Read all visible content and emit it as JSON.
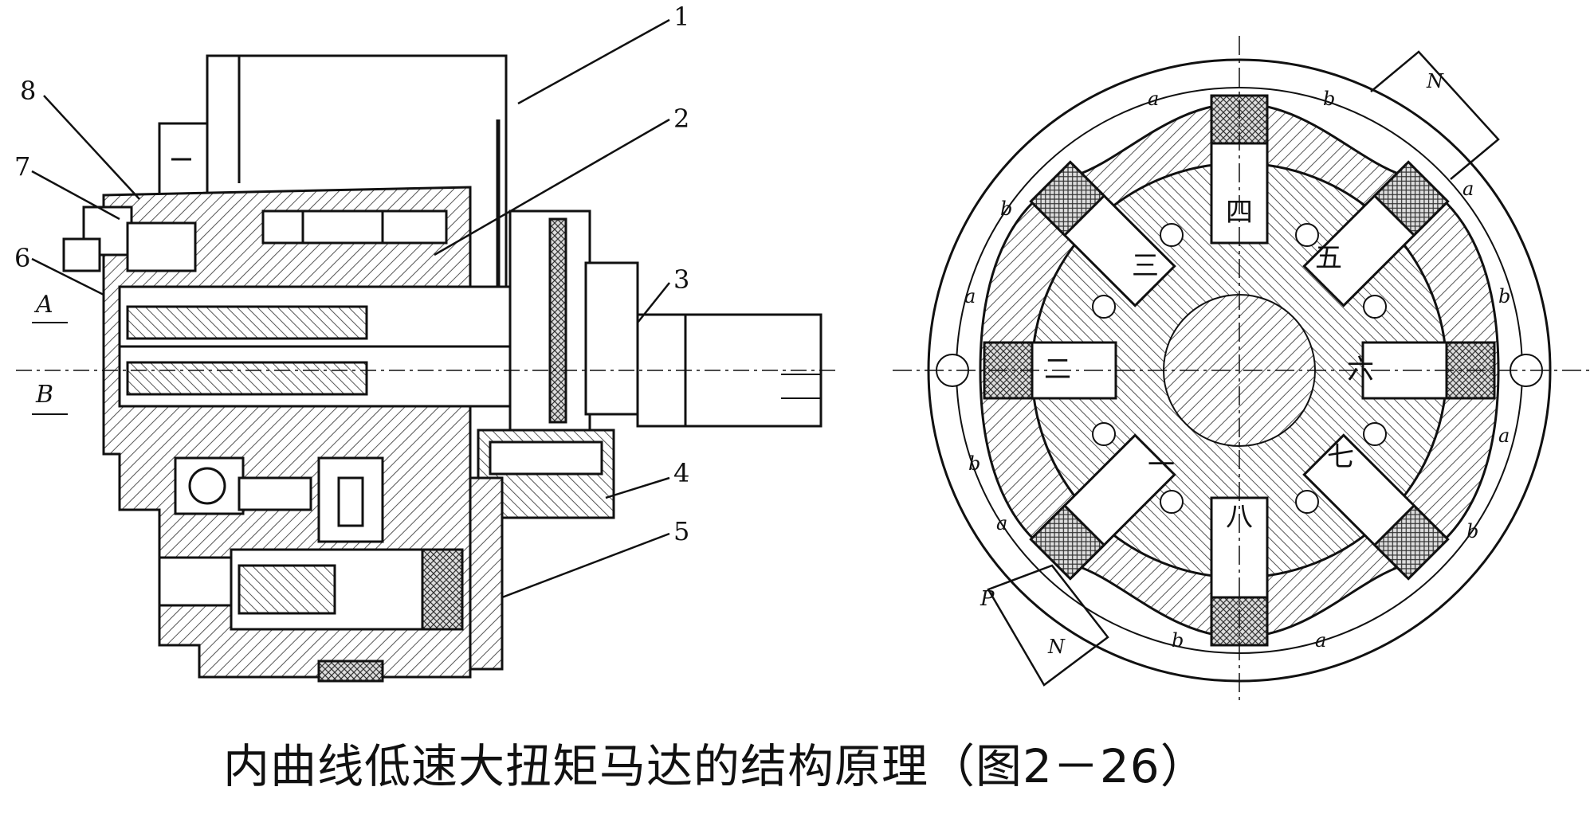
{
  "caption": "内曲线低速大扭矩马达的结构原理（图2－26）",
  "left_view": {
    "callouts": [
      "1",
      "2",
      "3",
      "4",
      "5",
      "6",
      "7",
      "8"
    ],
    "port_a": "A",
    "port_b": "B"
  },
  "right_view": {
    "plunger_labels": [
      "一",
      "二",
      "三",
      "四",
      "五",
      "六",
      "七",
      "八"
    ],
    "port_letters": {
      "a": "a",
      "b": "b",
      "p": "P",
      "n": "N"
    }
  },
  "colors": {
    "ink": "#111111",
    "hatch": "#555555",
    "paper": "#ffffff"
  }
}
